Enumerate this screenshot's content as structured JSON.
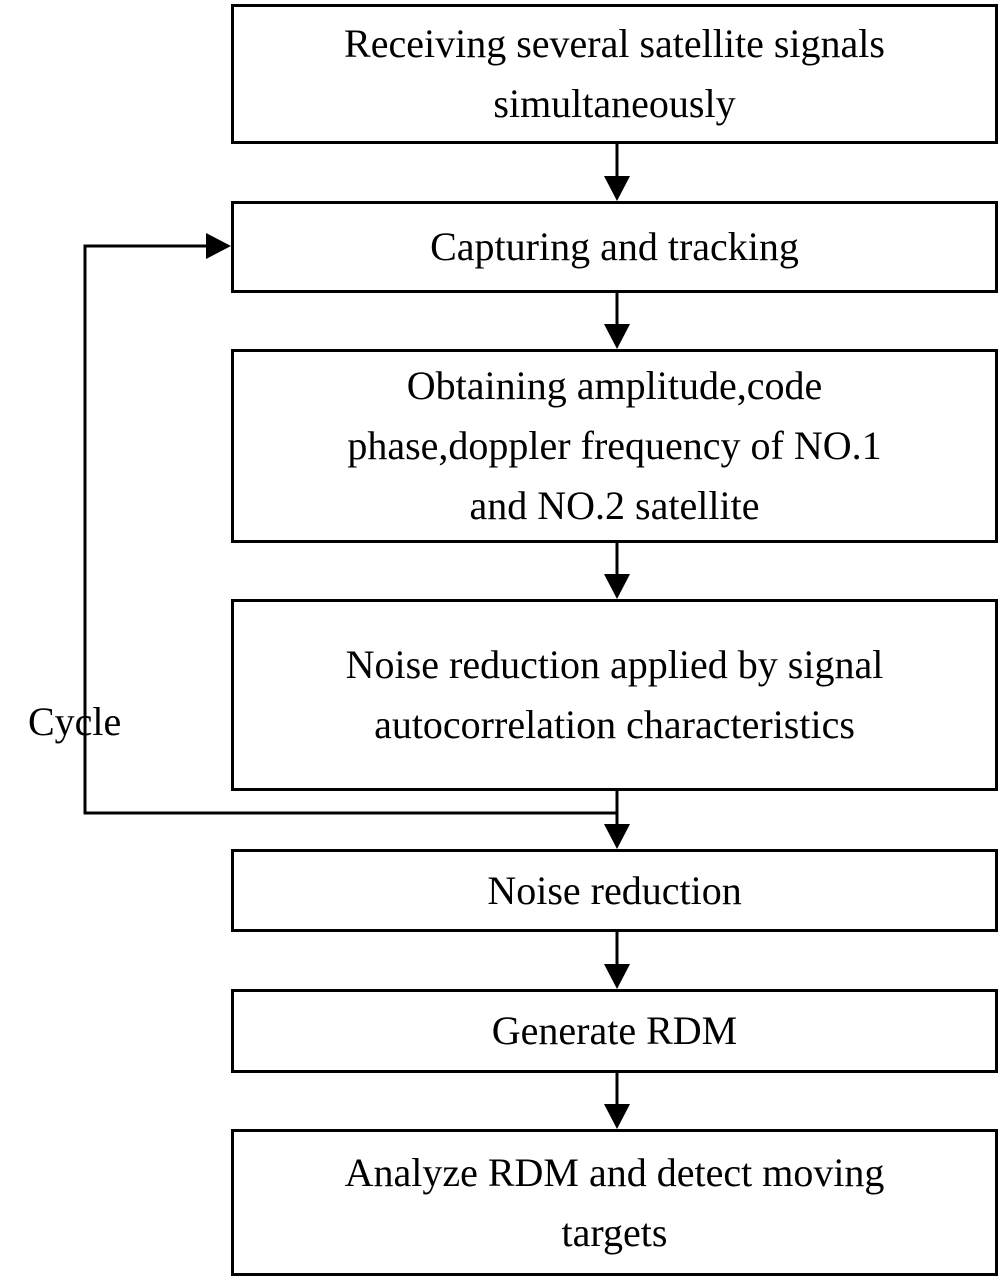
{
  "diagram": {
    "steps": [
      {
        "text": "Receiving several satellite signals simultaneously"
      },
      {
        "text": "Capturing and tracking"
      },
      {
        "text": "Obtaining amplitude,code phase,doppler frequency of NO.1 and NO.2 satellite"
      },
      {
        "text": "Noise reduction applied by signal autocorrelation characteristics"
      },
      {
        "text": "Noise reduction"
      },
      {
        "text": "Generate RDM"
      },
      {
        "text": "Analyze RDM and detect moving targets"
      }
    ],
    "loop_label": "Cycle",
    "colors": {
      "stroke": "#000000",
      "fill": "#ffffff",
      "text": "#000000"
    }
  }
}
